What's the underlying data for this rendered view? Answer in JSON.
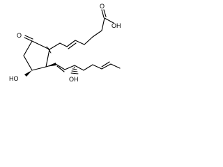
{
  "molecule": {
    "labels": {
      "carboxylic_acid_oh": "OH",
      "carbonyl_o_ring": "O",
      "carbonyl_o_acid": "O",
      "ring_hydroxyl": "HO",
      "chain_hydroxyl": "OH"
    },
    "stereo_marks": [
      "abs",
      "abs",
      "abs",
      "abs"
    ]
  }
}
